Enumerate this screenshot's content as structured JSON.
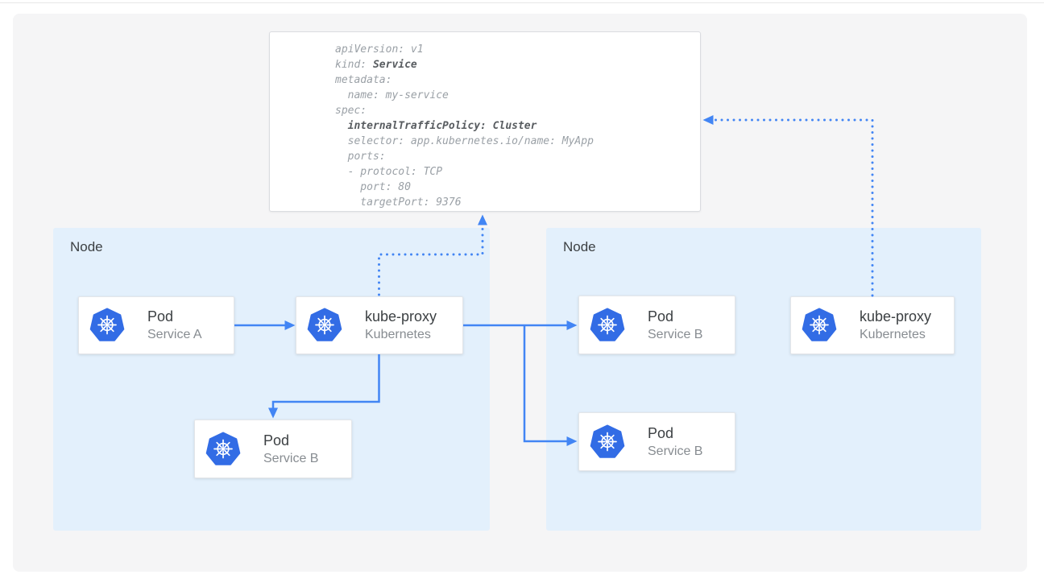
{
  "diagram": {
    "yaml_card": {
      "lines": [
        {
          "normal": "apiVersion: v1",
          "bold": ""
        },
        {
          "normal": "kind: ",
          "bold": "Service"
        },
        {
          "normal": "metadata:",
          "bold": ""
        },
        {
          "normal": "  name: my-service",
          "bold": ""
        },
        {
          "normal": "spec:",
          "bold": ""
        },
        {
          "normal": "  ",
          "bold": "internalTrafficPolicy: Cluster"
        },
        {
          "normal": "  selector: app.kubernetes.io/name: MyApp",
          "bold": ""
        },
        {
          "normal": "  ports:",
          "bold": ""
        },
        {
          "normal": "  - protocol: TCP",
          "bold": ""
        },
        {
          "normal": "    port: 80",
          "bold": ""
        },
        {
          "normal": "    targetPort: 9376",
          "bold": ""
        }
      ]
    },
    "nodes": [
      {
        "label": "Node"
      },
      {
        "label": "Node"
      }
    ],
    "cards": [
      {
        "title": "Pod",
        "subtitle": "Service A"
      },
      {
        "title": "kube-proxy",
        "subtitle": "Kubernetes"
      },
      {
        "title": "Pod",
        "subtitle": "Service B"
      },
      {
        "title": "Pod",
        "subtitle": "Service B"
      },
      {
        "title": "kube-proxy",
        "subtitle": "Kubernetes"
      },
      {
        "title": "Pod",
        "subtitle": "Service B"
      }
    ],
    "icons": {
      "kubernetes_logo": "kubernetes-wheel-icon"
    },
    "colors": {
      "kubernetes_blue": "#326ce5",
      "arrow_blue": "#4285f4",
      "node_bg": "#e3f0fc",
      "panel_bg": "#f5f5f6"
    }
  }
}
